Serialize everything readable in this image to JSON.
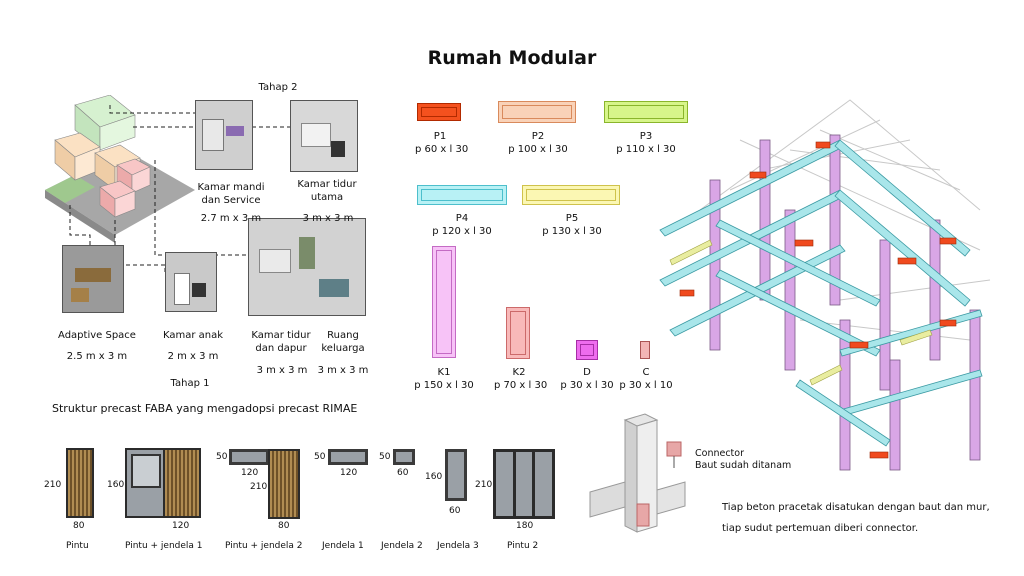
{
  "title": "Rumah Modular",
  "stage2_label": "Tahap 2",
  "stage1_label": "Tahap 1",
  "rooms": [
    {
      "name": "Kamar mandi\ndan Service",
      "size": "2.7 m x 3 m"
    },
    {
      "name": "Kamar tidur\nutama",
      "size": "3 m x 3 m"
    },
    {
      "name": "Adaptive Space",
      "size": "2.5 m x 3 m"
    },
    {
      "name": "Kamar anak",
      "size": "2 m x 3 m"
    },
    {
      "name": "Kamar tidur\ndan dapur",
      "size": "3 m x 3 m"
    },
    {
      "name": "Ruang\nkeluarga",
      "size": "3 m x 3 m"
    }
  ],
  "structure_caption": "Struktur precast FABA yang mengadopsi precast RIMAE",
  "panels": [
    {
      "code": "P1",
      "dims": "p 60 x l 30",
      "fill": "#f4511e",
      "stroke": "#b22a00"
    },
    {
      "code": "P2",
      "dims": "p 100 x l 30",
      "fill": "#f9d2b8",
      "stroke": "#d98a5c"
    },
    {
      "code": "P3",
      "dims": "p 110 x l 30",
      "fill": "#d7f58a",
      "stroke": "#8ab52b"
    },
    {
      "code": "P4",
      "dims": "p 120 x l 30",
      "fill": "#b8f1f5",
      "stroke": "#4dbfcc"
    },
    {
      "code": "P5",
      "dims": "p 130 x l 30",
      "fill": "#fbf7b3",
      "stroke": "#cfc24b"
    },
    {
      "code": "K1",
      "dims": "p 150 x l 30",
      "fill": "#f7c3f7",
      "stroke": "#c46bc4"
    },
    {
      "code": "K2",
      "dims": "p 70 x l 30",
      "fill": "#f8b9b9",
      "stroke": "#cc6a6a"
    },
    {
      "code": "D",
      "dims": "p 30 x l 30",
      "fill": "#ee6cee",
      "stroke": "#a52ea5"
    },
    {
      "code": "C",
      "dims": "p 30 x l 10",
      "fill": "#f2b6b6",
      "stroke": "#a55"
    }
  ],
  "openings": [
    {
      "name": "Pintu",
      "w": "80",
      "h": "210"
    },
    {
      "name": "Pintu + jendela 1",
      "w": "120",
      "h": "160"
    },
    {
      "name": "Pintu + jendela 2",
      "w": "80",
      "h": "210",
      "w2": "120",
      "h2": "50"
    },
    {
      "name": "Jendela 1",
      "w": "120",
      "h": "50"
    },
    {
      "name": "Jendela 2",
      "w": "60",
      "h": "50"
    },
    {
      "name": "Jendela 3",
      "w": "60",
      "h": "160"
    },
    {
      "name": "Pintu 2",
      "w": "180",
      "h": "210"
    }
  ],
  "connector_label": "Connector\nBaut sudah ditanam",
  "note": "Tiap beton pracetak disatukan dengan baut dan mur, tiap sudut pertemuan diberi connector.",
  "colors": {
    "beam_cyan": "#a9e6ea",
    "beam_red": "#f04a1e",
    "column_purple": "#d9a6e6",
    "beam_yellow": "#e9eda0"
  }
}
